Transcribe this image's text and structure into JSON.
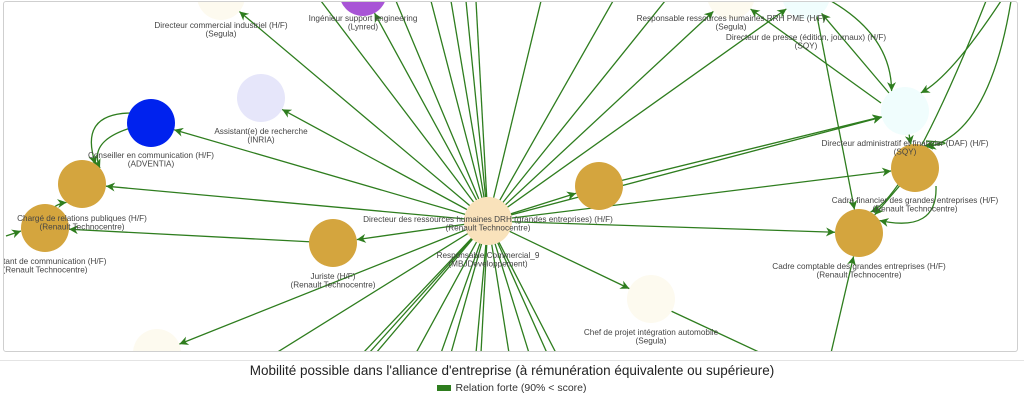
{
  "graph": {
    "edge_color": "#2e7d1e",
    "nodes": [
      {
        "id": "dir-commercial",
        "label": "Directeur commercial industriel (H/F)",
        "company": "(Segula)",
        "color": "#fdfaef"
      },
      {
        "id": "ing-support",
        "label": "Ingénieur support engineering",
        "company": "(Lynred)",
        "color": "#a855d6"
      },
      {
        "id": "rrh-pme",
        "label": "Responsable ressources humaines RRH PME (H/F)",
        "company": "(Segula)",
        "color": "#fdfaef"
      },
      {
        "id": "dir-presse",
        "label": "Directeur de presse (édition, journaux) (H/F)",
        "company": "(SQY)",
        "color": "#f0fdfd"
      },
      {
        "id": "assist-recherche",
        "label": "Assistant(e) de recherche",
        "company": "(INRIA)",
        "color": "#e6e6fa"
      },
      {
        "id": "conseiller-com",
        "label": "Conseiller en communication (H/F)",
        "company": "(ADVENTIA)",
        "color": "#0022ee"
      },
      {
        "id": "charge-rp",
        "label": "Chargé de relations publiques (H/F)",
        "company": "(Renault Technocentre)",
        "color": "#d4a53e"
      },
      {
        "id": "assist-com",
        "label": "Assistant de communication (H/F)",
        "company": "(Renault Technocentre)",
        "color": "#d4a53e"
      },
      {
        "id": "drh",
        "label": "Directeur des ressources humaines DRH (grandes entreprises) (H/F)",
        "company": "(Renault Technocentre)",
        "color": "#f9e2bb"
      },
      {
        "id": "resp-commercial",
        "label": "Responsable Commercial_9",
        "company": "(MBJDeveloppement)",
        "color": "#f9e2bb"
      },
      {
        "id": "juriste",
        "label": "Juriste (H/F)",
        "company": "(Renault Technocentre)",
        "color": "#d4a53e"
      },
      {
        "id": "gold-mid",
        "label": "",
        "company": "",
        "color": "#d4a53e"
      },
      {
        "id": "daf",
        "label": "Directeur administratif et financier (DAF) (H/F)",
        "company": "(SQY)",
        "color": "#f0fdfd"
      },
      {
        "id": "cadre-financier",
        "label": "Cadre financier des grandes entreprises (H/F)",
        "company": "(Renault Technocentre)",
        "color": "#d4a53e"
      },
      {
        "id": "cadre-comptable",
        "label": "Cadre comptable des grandes entreprises (H/F)",
        "company": "(Renault Technocentre)",
        "color": "#d4a53e"
      },
      {
        "id": "chef-projet",
        "label": "Chef de projet intégration automobile",
        "company": "(Segula)",
        "color": "#fdfaef"
      },
      {
        "id": "bottom-node",
        "label": "",
        "company": "",
        "color": "#fdfaef"
      }
    ]
  },
  "title": "Mobilité possible dans l'alliance d'entreprise (à rémunération équivalente ou supérieure)",
  "legend": {
    "label": "Relation forte (90% < score)",
    "color": "#2e7d1e"
  }
}
